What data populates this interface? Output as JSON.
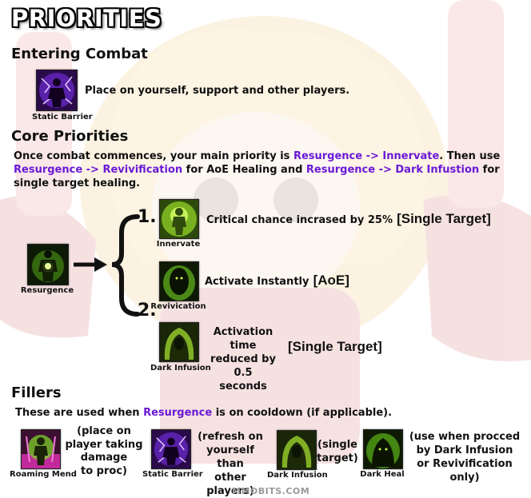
{
  "title": "PRIORITIES",
  "entering_combat": {
    "heading": "Entering Combat",
    "icon_label": "Static Barrier",
    "text": "Place on yourself, support and other players."
  },
  "core_priorities": {
    "heading": "Core Priorities",
    "intro": {
      "line1_a": "Once combat commences, your main priority is ",
      "line1_hl": "Resurgence -> Innervate",
      "line1_b": ". Then use",
      "line2_hl1": "Resurgence -> Revivification",
      "line2_mid": " for AoE Healing and ",
      "line2_hl2": "Resurgence -> Dark Infustion",
      "line2_b": " for",
      "line3": "single target healing."
    },
    "source_label": "Resurgence",
    "marker_1": "1.",
    "marker_2": "2.",
    "options": [
      {
        "icon_label": "Innervate",
        "desc": "Critical chance incrased by 25%",
        "tag": "[Single Target]"
      },
      {
        "icon_label": "Revivication",
        "desc": "Activate Instantly",
        "tag": "[AoE]"
      },
      {
        "icon_label": "Dark Infusion",
        "desc_lines": [
          "Activation time",
          "reduced by 0.5",
          "seconds"
        ],
        "tag": "[Single Target]"
      }
    ]
  },
  "fillers": {
    "heading": "Fillers",
    "note_a": "These are used when ",
    "note_hl": "Resurgence",
    "note_b": " is on cooldown (if applicable).",
    "items": [
      {
        "icon_label": "Roaming Mend",
        "desc_lines": [
          "(place on",
          "player taking",
          "damage",
          "to proc)"
        ]
      },
      {
        "icon_label": "Static Barrier",
        "desc_lines": [
          "(refresh on",
          "yourself than",
          "other players)"
        ]
      },
      {
        "icon_label": "Dark Infusion",
        "desc_lines": [
          "(single",
          "target)"
        ]
      },
      {
        "icon_label": "Dark Heal",
        "desc_lines": [
          "(use when procced",
          "by Dark Infusion",
          "or Revivification only)"
        ]
      }
    ]
  },
  "footer": "MMOBITS.COM",
  "colors": {
    "highlight": "#6a19d6",
    "text": "#111111"
  },
  "icons": [
    "static-barrier-icon",
    "resurgence-icon",
    "innervate-icon",
    "revivication-icon",
    "dark-infusion-icon",
    "roaming-mend-icon",
    "dark-heal-icon"
  ]
}
